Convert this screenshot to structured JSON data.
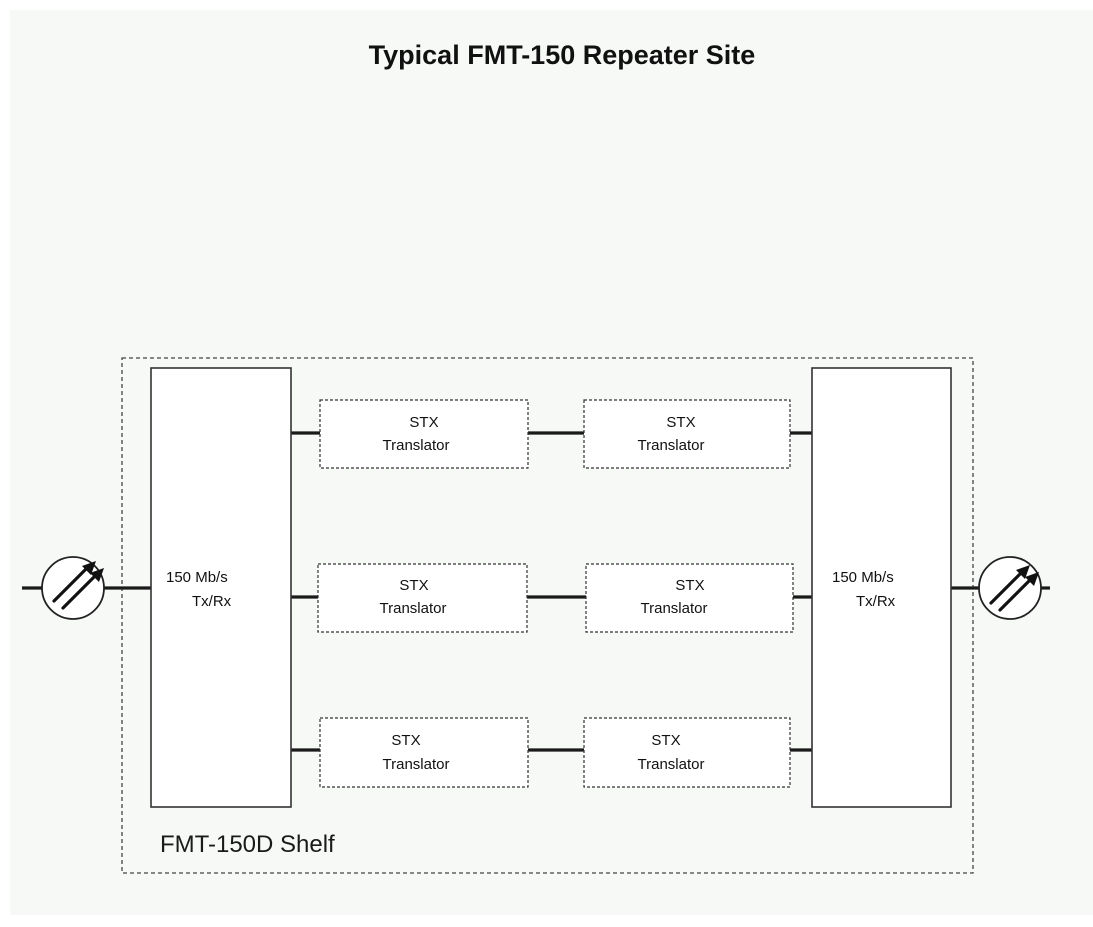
{
  "title": "Typical FMT-150 Repeater Site",
  "shelf": {
    "label": "FMT-150D Shelf"
  },
  "transceivers": {
    "left": {
      "line1": "150 Mb/s",
      "line2": "Tx/Rx"
    },
    "right": {
      "line1": "150 Mb/s",
      "line2": "Tx/Rx"
    }
  },
  "translators": {
    "row1": {
      "left": {
        "line1": "STX",
        "line2": "Translator"
      },
      "right": {
        "line1": "STX",
        "line2": "Translator"
      }
    },
    "row2": {
      "left": {
        "line1": "STX",
        "line2": "Translator"
      },
      "right": {
        "line1": "STX",
        "line2": "Translator"
      }
    },
    "row3": {
      "left": {
        "line1": "STX",
        "line2": "Translator"
      },
      "right": {
        "line1": "STX",
        "line2": "Translator"
      }
    }
  },
  "icons": {
    "left_antenna": "antenna-icon",
    "right_antenna": "antenna-icon"
  },
  "colors": {
    "background": "#f6f9f6",
    "lines": "#1a1a1a"
  }
}
